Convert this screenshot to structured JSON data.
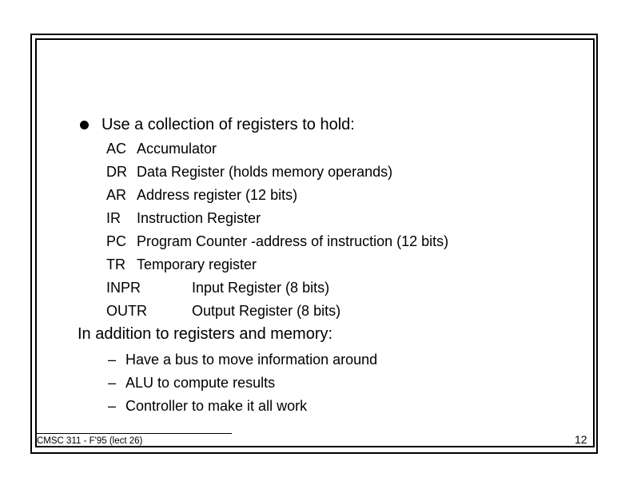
{
  "slide": {
    "bullet_title": "Use a collection of registers to hold:",
    "registers": [
      {
        "abbr": "AC",
        "desc": "Accumulator"
      },
      {
        "abbr": "DR",
        "desc": "Data Register (holds memory operands)"
      },
      {
        "abbr": "AR",
        "desc": "Address register (12 bits)"
      },
      {
        "abbr": "IR",
        "desc": "Instruction Register"
      },
      {
        "abbr": "PC",
        "desc": "Program Counter -address of instruction (12 bits)"
      },
      {
        "abbr": "TR",
        "desc": "Temporary register"
      },
      {
        "abbr": "INPR",
        "desc": "Input Register (8 bits)"
      },
      {
        "abbr": "OUTR",
        "desc": "Output Register (8 bits)"
      }
    ],
    "subtitle": "In addition to registers and memory:",
    "dash_char": "–",
    "dash_items": [
      "Have a bus to move information around",
      "ALU to compute results",
      "Controller to make it all work"
    ],
    "footer": "CMSC 311 - F'95 (lect 26)",
    "page_number": "12",
    "colors": {
      "text": "#000000",
      "background": "#ffffff",
      "border": "#000000"
    }
  }
}
